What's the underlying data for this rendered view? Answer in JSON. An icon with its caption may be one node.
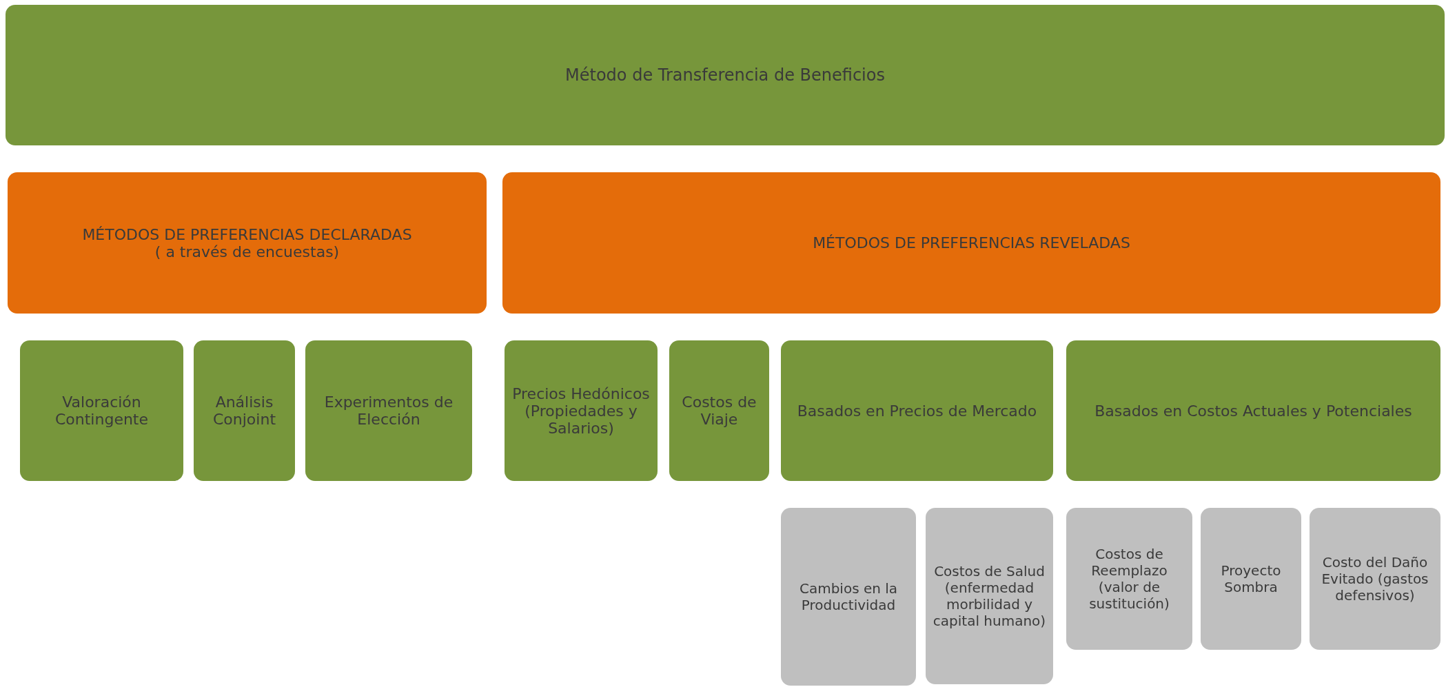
{
  "diagram": {
    "nodes": [
      {
        "text": [
          "Método de Transferencia de Beneficios"
        ]
      },
      {
        "text": [
          "MÉTODOS DE PREFERENCIAS DECLARADAS",
          "( a través de encuestas)"
        ]
      },
      {
        "text": [
          "MÉTODOS DE PREFERENCIAS REVELADAS"
        ]
      },
      {
        "text": [
          "Valoración Contingente"
        ]
      },
      {
        "text": [
          "Análisis Conjoint"
        ]
      },
      {
        "text": [
          "Experimentos de Elección"
        ]
      },
      {
        "text": [
          "Precios Hedónicos (Propiedades y Salarios)"
        ]
      },
      {
        "text": [
          "Costos de Viaje"
        ]
      },
      {
        "text": [
          "Basados en Precios de Mercado"
        ]
      },
      {
        "text": [
          "Basados en Costos Actuales y Potenciales"
        ]
      },
      {
        "text": [
          "Cambios en la Productividad"
        ]
      },
      {
        "text": [
          "Costos de Salud (enfermedad morbilidad y capital humano)"
        ]
      },
      {
        "text": [
          "Costos de Reemplazo (valor de sustitución)"
        ]
      },
      {
        "text": [
          "Proyecto Sombra"
        ]
      },
      {
        "text": [
          "Costo del Daño Evitado (gastos defensivos)"
        ]
      }
    ],
    "edges": []
  }
}
